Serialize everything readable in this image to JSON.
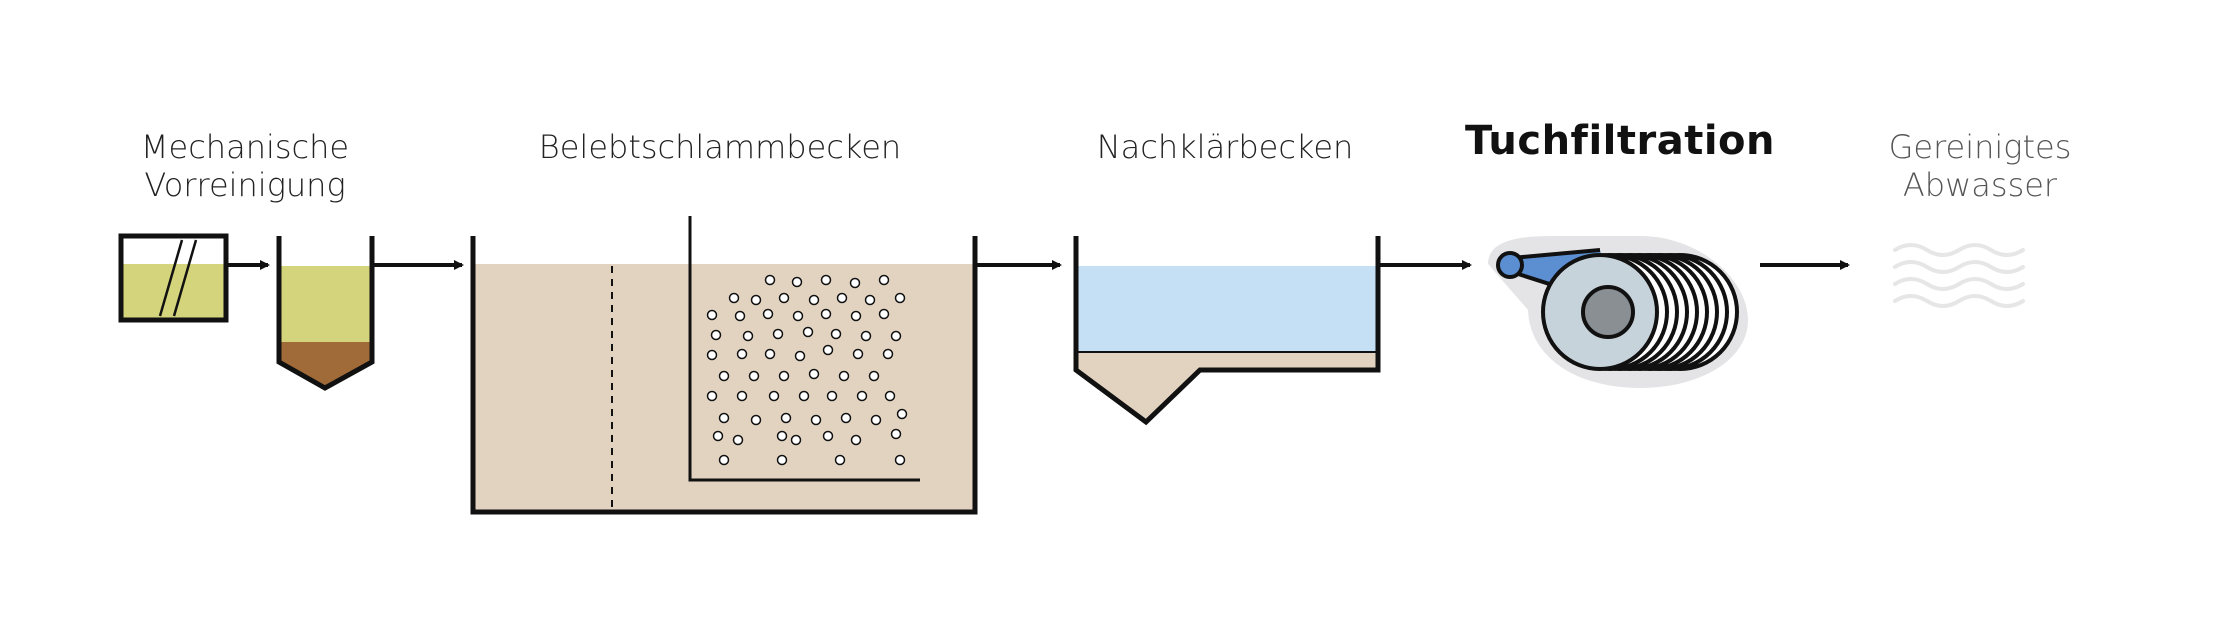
{
  "stages": [
    {
      "id": "mechanische-vorreinigung",
      "lines": [
        "Mechanische",
        "Vorreinigung"
      ]
    },
    {
      "id": "belebtschlammbecken",
      "lines": [
        "Belebtschlammbecken"
      ]
    },
    {
      "id": "nachklaerbecken",
      "lines": [
        "Nachklärbecken"
      ]
    },
    {
      "id": "tuchfiltration",
      "lines": [
        "Tuchfiltration"
      ]
    },
    {
      "id": "gereinigtes-abwasser",
      "lines": [
        "Gereinigtes",
        "Abwasser"
      ]
    }
  ],
  "colors": {
    "outline": "#111111",
    "raw_water": "#d4d47c",
    "sludge": "#a06b38",
    "activated_sludge": "#e2d3c1",
    "clear_water": "#c5e0f4",
    "filter_disc": "#c7d3da",
    "filter_hub": "#8a8f94",
    "filter_halo": "#e4e4e6",
    "filter_belt": "#5b8fd1",
    "clean_wave": "#e6e6e6"
  }
}
